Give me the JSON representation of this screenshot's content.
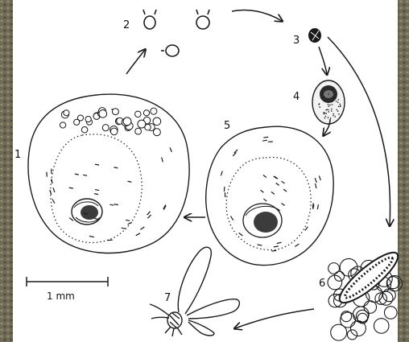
{
  "stage_labels": [
    "1",
    "2",
    "3",
    "4",
    "5",
    "6",
    "7"
  ],
  "scale_bar_label": "1 mm",
  "colors": {
    "ink": "#1a1a1a",
    "paper": "#ffffff",
    "photo_edge": "#6f6a55"
  }
}
